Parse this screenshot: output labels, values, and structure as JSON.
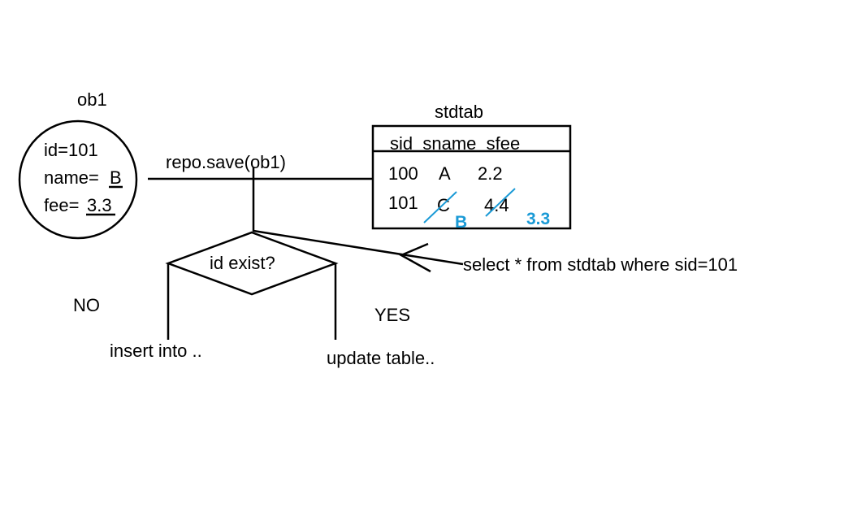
{
  "object": {
    "title": "ob1",
    "id_line": "id=101",
    "name_prefix": "name=",
    "name_value": "B",
    "fee_prefix": "fee=",
    "fee_value": "3.3"
  },
  "call": {
    "label": "repo.save(ob1)"
  },
  "table": {
    "title": "stdtab",
    "header": "sid  sname  sfee",
    "row1": {
      "sid": "100",
      "sname": "A",
      "sfee": "2.2"
    },
    "row2": {
      "sid": "101",
      "sname_old": "C",
      "sfee_old": "4.4",
      "sname_new": "B",
      "sfee_new": "3.3"
    }
  },
  "decision": {
    "label": "id exist?",
    "no": "NO",
    "yes": "YES"
  },
  "query": {
    "label": "select * from stdtab where sid=101"
  },
  "actions": {
    "insert": "insert into ..",
    "update": "update table.."
  },
  "colors": {
    "ink": "#000000",
    "correction": "#1a9ad6"
  }
}
